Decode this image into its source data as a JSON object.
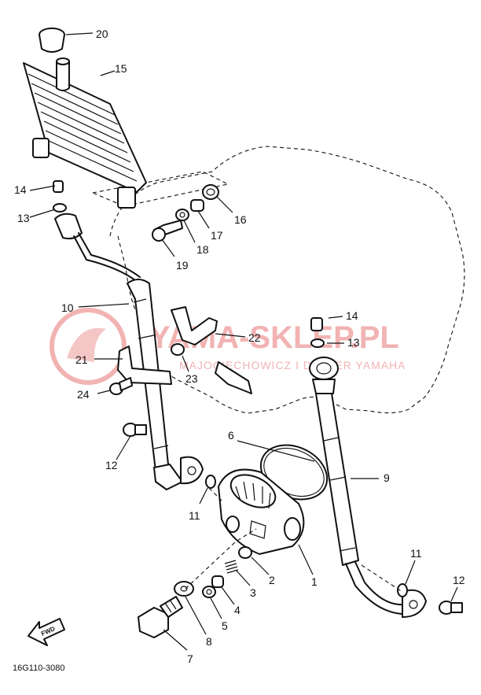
{
  "drawing_code": "16G110-3080",
  "front_arrow_text": "FWD",
  "watermark": {
    "main": "YAMA-SKLEP.PL",
    "sub": "MAJOCIECHOWICZ I DEALER YAMAHA"
  },
  "callouts": [
    {
      "id": "p1",
      "label": "1"
    },
    {
      "id": "p2",
      "label": "2"
    },
    {
      "id": "p3",
      "label": "3"
    },
    {
      "id": "p4",
      "label": "4"
    },
    {
      "id": "p5",
      "label": "5"
    },
    {
      "id": "p6",
      "label": "6"
    },
    {
      "id": "p7",
      "label": "7"
    },
    {
      "id": "p8",
      "label": "8"
    },
    {
      "id": "p9",
      "label": "9"
    },
    {
      "id": "p10",
      "label": "10"
    },
    {
      "id": "p11a",
      "label": "11"
    },
    {
      "id": "p11b",
      "label": "11"
    },
    {
      "id": "p12a",
      "label": "12"
    },
    {
      "id": "p12b",
      "label": "12"
    },
    {
      "id": "p13a",
      "label": "13"
    },
    {
      "id": "p13b",
      "label": "13"
    },
    {
      "id": "p14a",
      "label": "14"
    },
    {
      "id": "p14b",
      "label": "14"
    },
    {
      "id": "p15",
      "label": "15"
    },
    {
      "id": "p16",
      "label": "16"
    },
    {
      "id": "p17",
      "label": "17"
    },
    {
      "id": "p18",
      "label": "18"
    },
    {
      "id": "p19",
      "label": "19"
    },
    {
      "id": "p20",
      "label": "20"
    },
    {
      "id": "p21",
      "label": "21"
    },
    {
      "id": "p22",
      "label": "22"
    },
    {
      "id": "p23",
      "label": "23"
    },
    {
      "id": "p24",
      "label": "24"
    }
  ]
}
